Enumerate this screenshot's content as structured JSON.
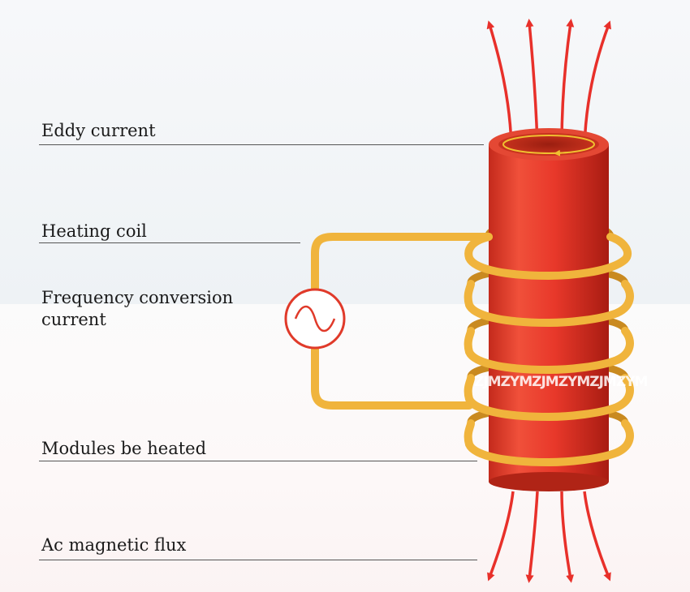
{
  "labels": {
    "eddy_current": "Eddy current",
    "heating_coil": "Heating coil",
    "frequency_line1": "Frequency conversion",
    "frequency_line2": "current",
    "modules_heated": "Modules be heated",
    "ac_magnetic_flux": "Ac magnetic flux"
  },
  "watermark": "ZJMZYMZJMZYMZJMZYM",
  "colors": {
    "cylinder": "#e8382a",
    "cylinder_dark": "#b51f14",
    "coil": "#f0b43c",
    "coil_dark": "#c98a20",
    "flux_arrow": "#e8302a",
    "source_ring": "#e03a2a",
    "label_text": "#1a1a1a"
  },
  "icons": {
    "ac_source": "ac-sine-wave-icon"
  }
}
